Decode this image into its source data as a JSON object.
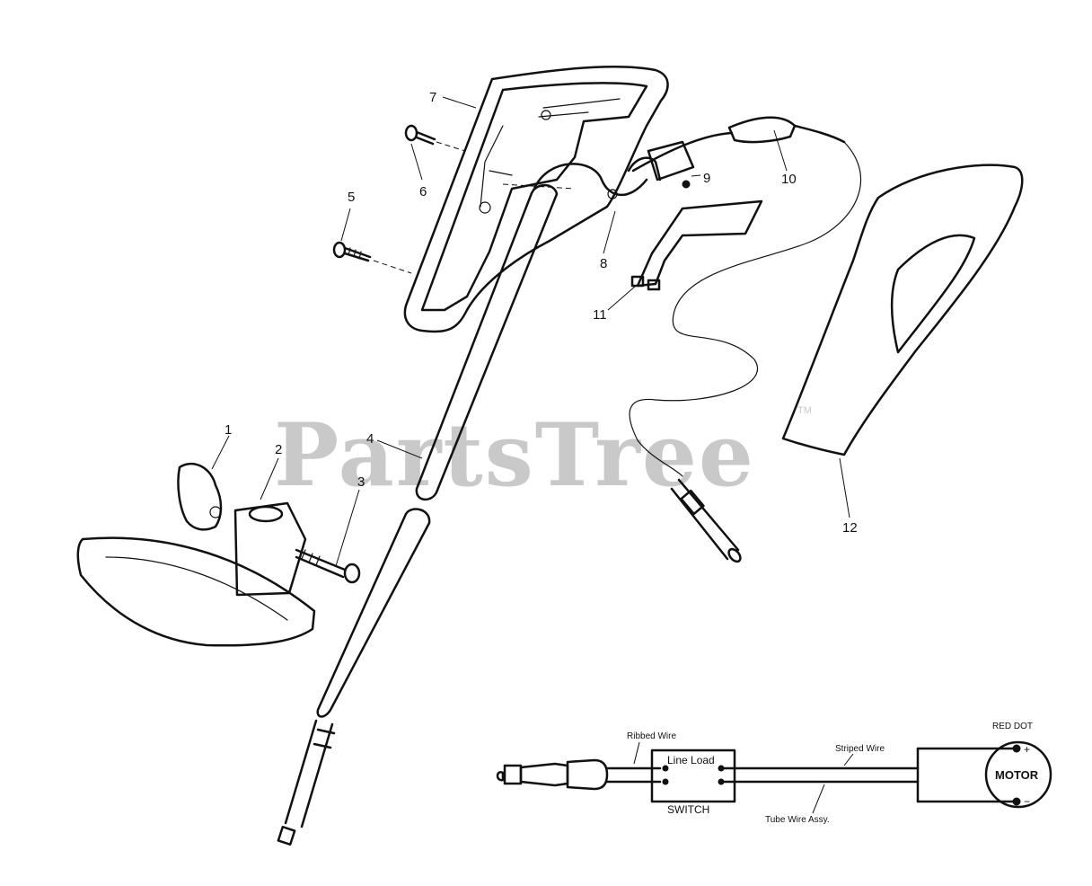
{
  "watermark": {
    "text": "PartsTree",
    "trademark": "TM"
  },
  "callouts": [
    "1",
    "2",
    "3",
    "4",
    "5",
    "6",
    "7",
    "8",
    "9",
    "10",
    "11",
    "12"
  ],
  "wiring": {
    "ribbed_wire": "Ribbed Wire",
    "switch_top": "Line Load",
    "switch_bottom": "SWITCH",
    "striped_wire": "Striped Wire",
    "tube_wire": "Tube Wire Assy.",
    "red_dot": "RED DOT",
    "motor": "MOTOR",
    "plus": "+",
    "minus": "−"
  }
}
